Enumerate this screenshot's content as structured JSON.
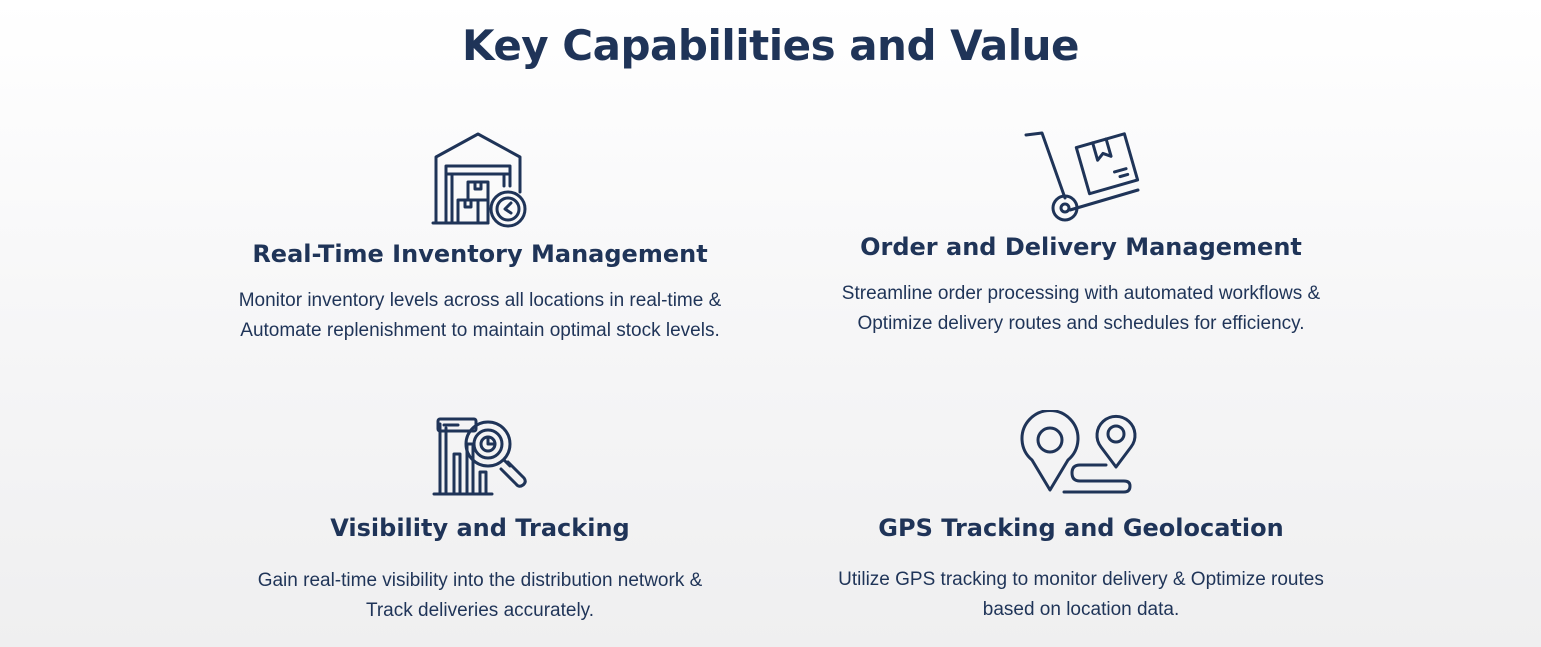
{
  "section": {
    "title": "Key Capabilities and Value"
  },
  "colors": {
    "text": "#1f3458",
    "icon": "#1f3458",
    "background": "#f5f5f6"
  },
  "capabilities": [
    {
      "icon": "warehouse-clock-icon",
      "title": "Real-Time Inventory Management",
      "description_line1": "Monitor inventory levels across all locations in real-time &",
      "description_line2": "Automate replenishment to maintain optimal stock levels."
    },
    {
      "icon": "hand-truck-box-icon",
      "title": "Order and Delivery Management",
      "description_line1": "Streamline order processing with automated workflows &",
      "description_line2": "Optimize delivery routes and schedules for efficiency."
    },
    {
      "icon": "chart-magnifier-icon",
      "title": "Visibility and Tracking",
      "description_line1": "Gain real-time visibility into the distribution network &",
      "description_line2": "Track deliveries accurately."
    },
    {
      "icon": "location-route-icon",
      "title": "GPS Tracking and Geolocation",
      "description_line1": "Utilize GPS tracking to monitor delivery & Optimize routes",
      "description_line2": "based on location data."
    }
  ]
}
